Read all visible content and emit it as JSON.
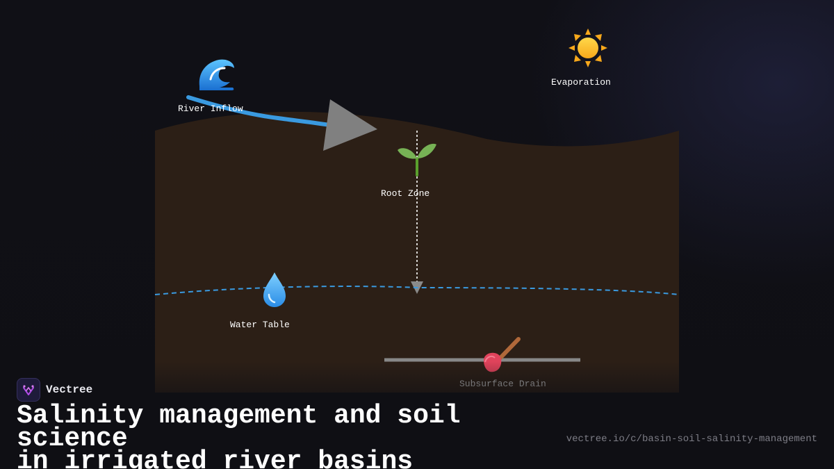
{
  "diagram": {
    "labels": {
      "river_inflow": "River Inflow",
      "evaporation": "Evaporation",
      "root_zone": "Root Zone",
      "water_table": "Water Table",
      "subsurface_drain": "Subsurface Drain"
    },
    "icons": {
      "river_inflow": "wave-icon",
      "evaporation": "sun-icon",
      "root_zone": "seedling-icon",
      "water_table": "droplet-icon",
      "subsurface_drain": "plunger-icon"
    },
    "colors": {
      "soil": "#2c1f16",
      "water": "#3a9ae0",
      "arrow": "#808080",
      "pipe": "#888888"
    }
  },
  "brand": {
    "name": "Vectree"
  },
  "headline": {
    "line1": "Salinity management and soil science",
    "line2": "in irrigated river basins"
  },
  "footer": {
    "url": "vectree.io/c/basin-soil-salinity-management"
  }
}
